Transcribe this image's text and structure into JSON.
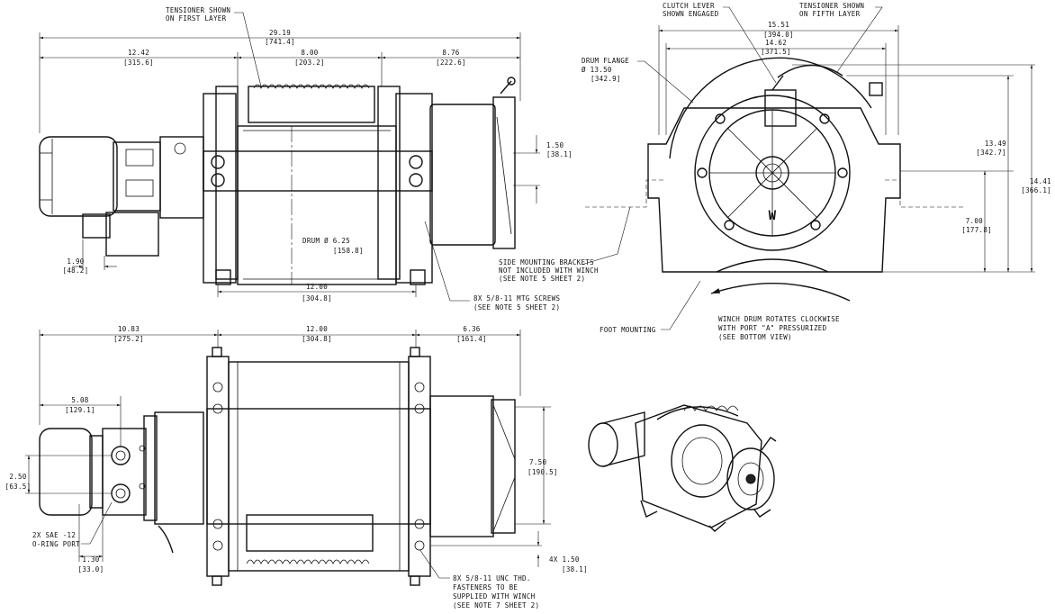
{
  "views": {
    "side": {
      "overall_len": "29.19",
      "overall_len_mm": "[741.4]",
      "left_len": "12.42",
      "left_len_mm": "[315.6]",
      "mid_len": "8.00",
      "mid_len_mm": "[203.2]",
      "right_len": "8.76",
      "right_len_mm": "[222.6]",
      "bolt_offset": "1.50",
      "bolt_offset_mm": "[38.1]",
      "foot_height": "1.90",
      "foot_height_mm": "[48.2]",
      "drum_dia": "DRUM Ø 6.25",
      "drum_dia_mm": "[158.8]",
      "base_len": "12.00",
      "base_len_mm": "[304.8]",
      "tensioner_note_1": "TENSIONER SHOWN",
      "tensioner_note_2": "ON FIRST LAYER",
      "screws_note_1": "8X 5/8-11 MTG SCREWS",
      "screws_note_2": "(SEE NOTE 5 SHEET 2)"
    },
    "end": {
      "clutch_note_1": "CLUTCH LEVER",
      "clutch_note_2": "SHOWN ENGAGED",
      "tensioner_note_1": "TENSIONER SHOWN",
      "tensioner_note_2": "ON FIFTH LAYER",
      "width_outer": "15.51",
      "width_outer_mm": "[394.0]",
      "width_inner": "14.62",
      "width_inner_mm": "[371.5]",
      "flange_note": "DRUM FLANGE",
      "flange_dia": "Ø 13.50",
      "flange_dia_mm": "[342.9]",
      "height_a": "13.49",
      "height_a_mm": "[342.7]",
      "height_b": "14.41",
      "height_b_mm": "[366.1]",
      "height_c": "7.00",
      "height_c_mm": "[177.8]",
      "brackets_note_1": "SIDE MOUNTING BRACKETS",
      "brackets_note_2": "NOT INCLUDED WITH WINCH",
      "brackets_note_3": "(SEE NOTE 5 SHEET 2)",
      "foot_note": "FOOT MOUNTING",
      "rotate_note_1": "WINCH DRUM ROTATES CLOCKWISE",
      "rotate_note_2": "WITH PORT \"A\" PRESSURIZED",
      "rotate_note_3": "(SEE BOTTOM VIEW)",
      "logo": "W"
    },
    "bottom": {
      "left_len": "10.83",
      "left_len_mm": "[275.2]",
      "mid_len": "12.00",
      "mid_len_mm": "[304.8]",
      "right_len": "6.36",
      "right_len_mm": "[161.4]",
      "port_len": "5.08",
      "port_len_mm": "[129.1]",
      "port_spacing": "2.50",
      "port_spacing_mm": "[63.5]",
      "port_offset": "1.30",
      "port_offset_mm": "[33.0]",
      "height": "7.50",
      "height_mm": "[190.5]",
      "edge_offset": "4X 1.50",
      "edge_offset_mm": "[38.1]",
      "port_note_1": "2X SAE -12",
      "port_note_2": "O-RING PORT",
      "fastener_note_1": "8X 5/8-11 UNC THD.",
      "fastener_note_2": "FASTENERS TO BE",
      "fastener_note_3": "SUPPLIED WITH WINCH",
      "fastener_note_4": "(SEE NOTE 7 SHEET 2)"
    }
  }
}
